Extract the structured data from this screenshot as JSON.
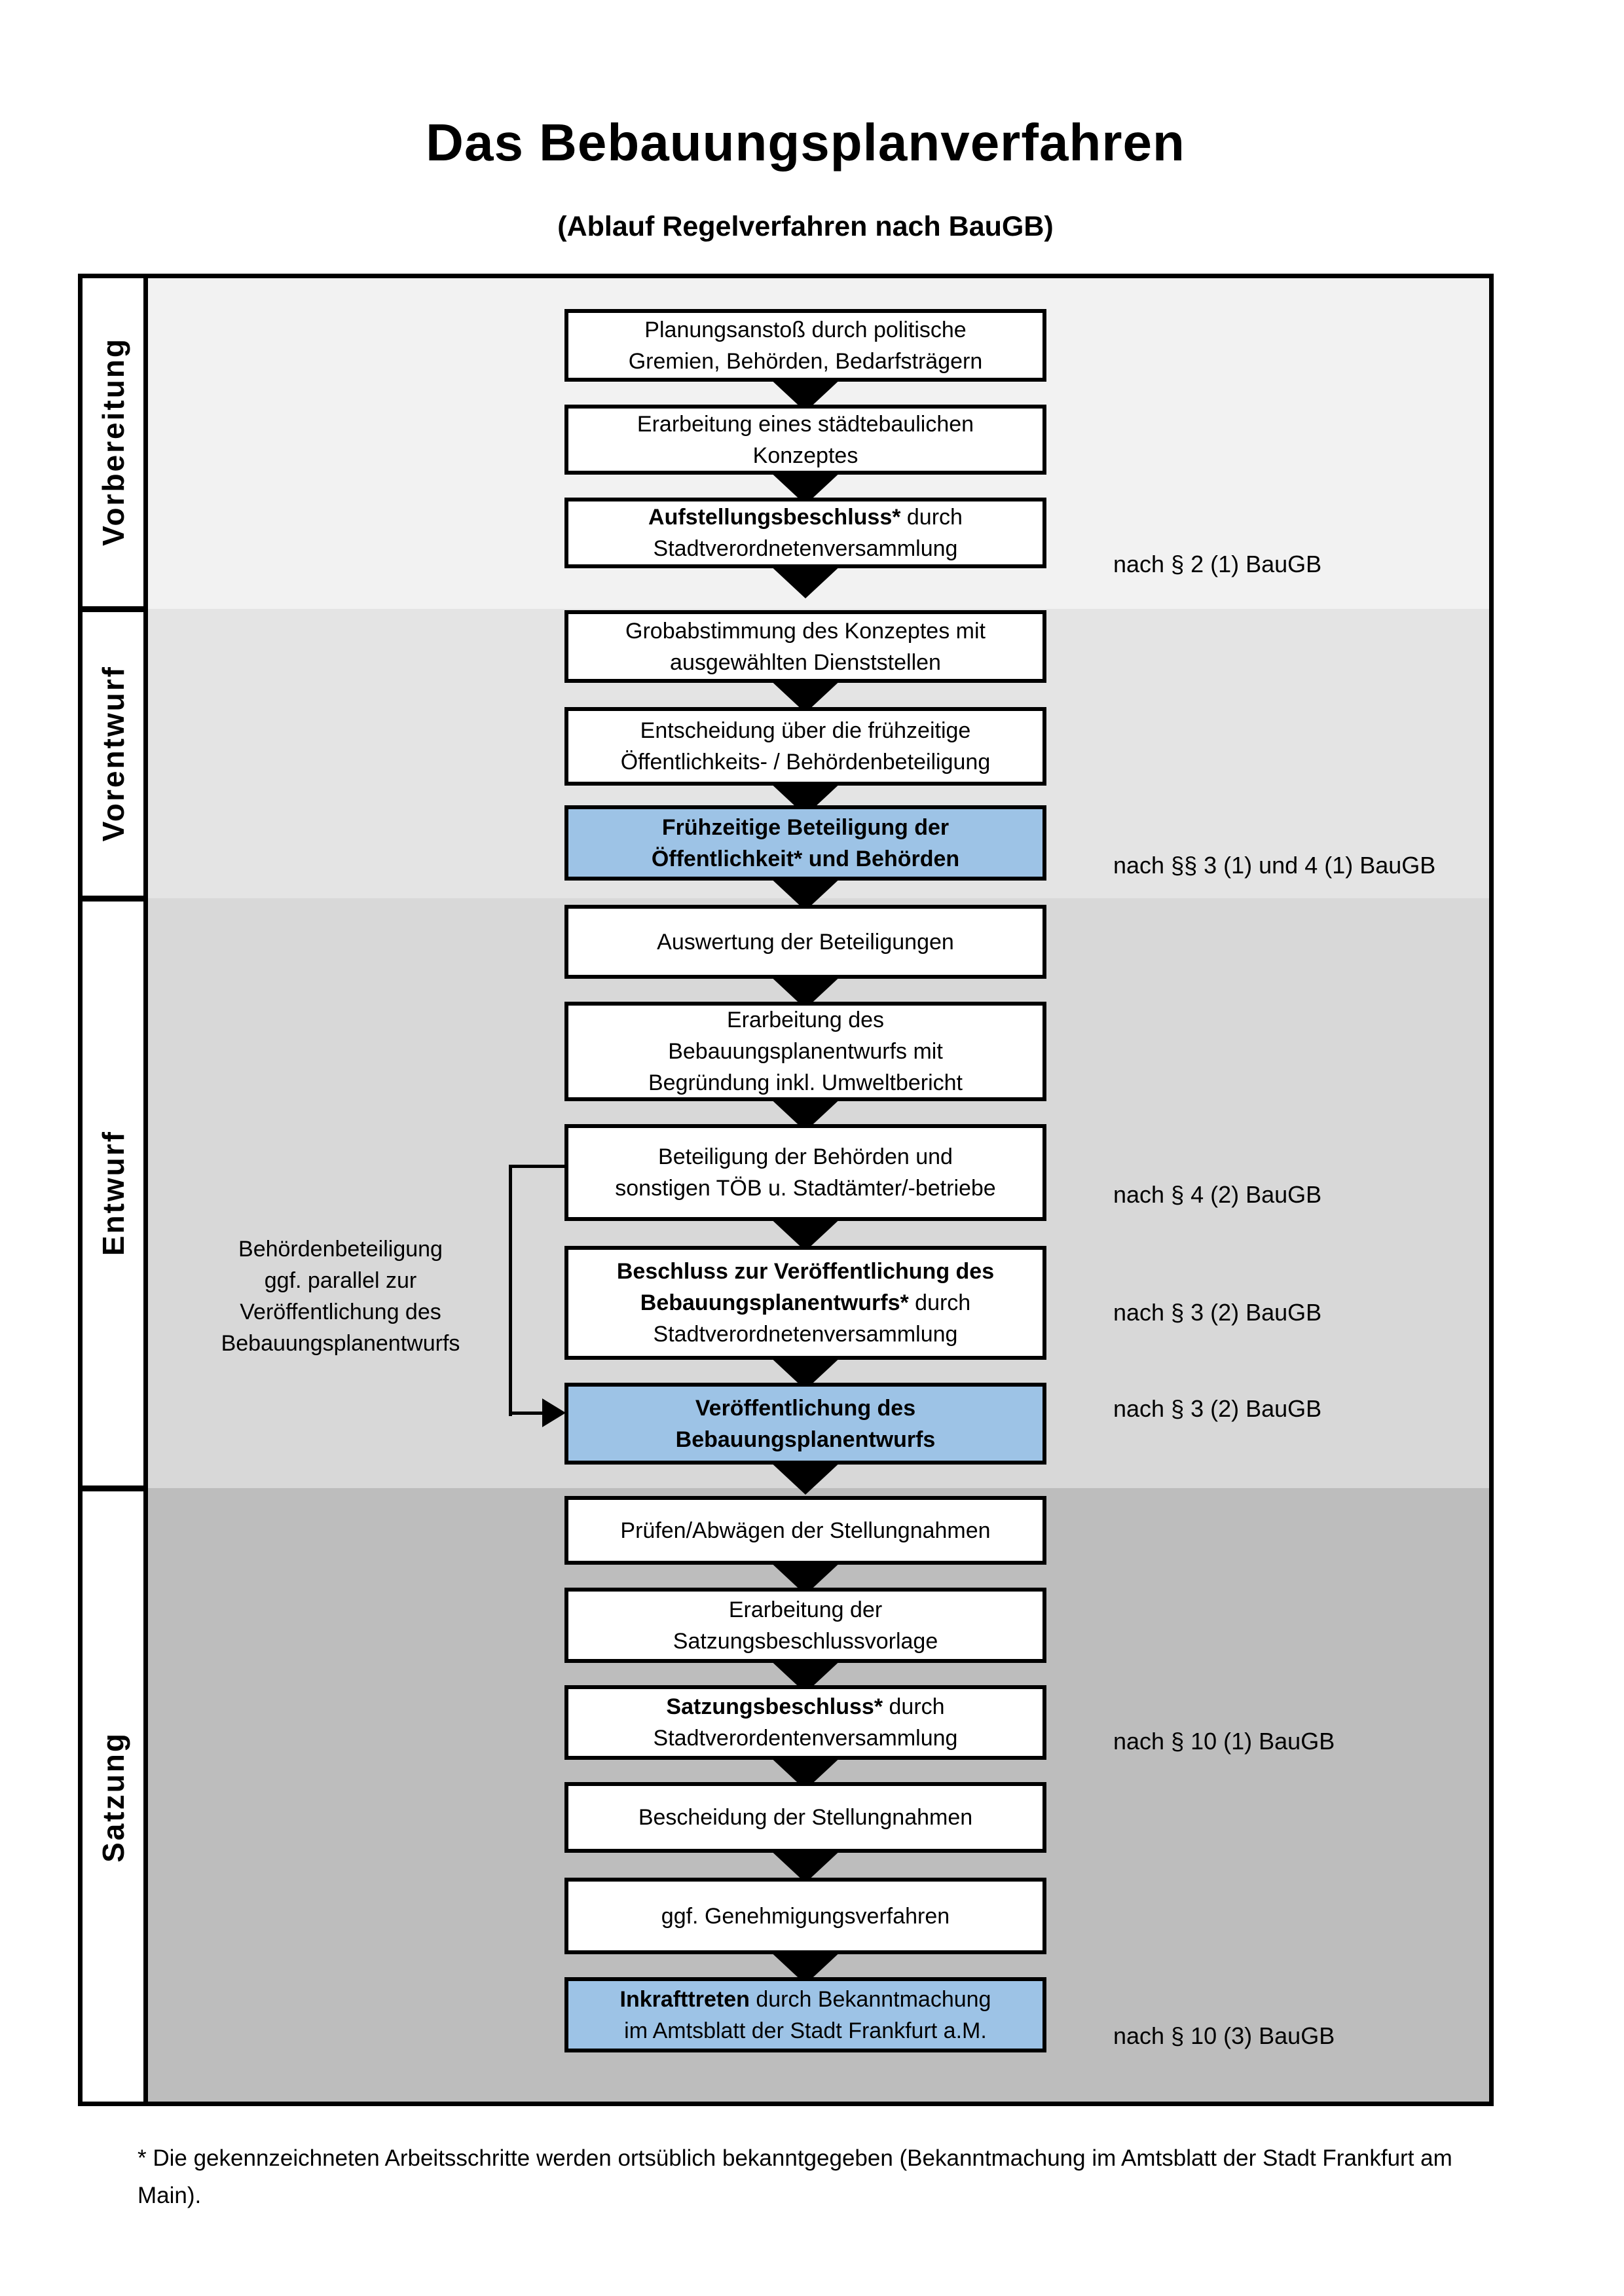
{
  "title": "Das Bebauungsplanverfahren",
  "subtitle": "(Ablauf Regelverfahren nach BauGB)",
  "footnote": "* Die gekennzeichneten Arbeitsschritte werden ortsüblich bekanntgegeben (Bekanntmachung im Amtsblatt  der Stadt Frankfurt am Main).",
  "colors": {
    "highlight_box": "#9DC3E6",
    "box_border": "#000000",
    "phase_backgrounds": [
      "#F2F2F2",
      "#E4E4E4",
      "#D8D8D8",
      "#BDBDBD"
    ]
  },
  "side_note": {
    "lines": [
      "Behördenbeteiligung",
      "ggf. parallel zur",
      "Veröffentlichung des",
      "Bebauungsplanentwurfs"
    ]
  },
  "phases": [
    {
      "label": "Vorbereitung",
      "steps": [
        "planungsanstoss",
        "konzept-erarbeitung",
        "aufstellungsbeschluss"
      ]
    },
    {
      "label": "Vorentwurf",
      "steps": [
        "grobabstimmung",
        "entscheidung-beteiligung",
        "fruehzeitige-beteiligung"
      ]
    },
    {
      "label": "Entwurf",
      "steps": [
        "auswertung",
        "entwurf-erarbeitung",
        "behoerden-beteiligung",
        "veroeffentlichungs-beschluss",
        "veroeffentlichung"
      ]
    },
    {
      "label": "Satzung",
      "steps": [
        "pruefen-abwaegen",
        "satzungsvorlage",
        "satzungsbeschluss",
        "bescheidung",
        "genehmigungsverfahren",
        "inkrafttreten"
      ]
    }
  ],
  "steps": [
    {
      "id": "planungsanstoss",
      "highlight": false,
      "ref": null,
      "lines": [
        [
          {
            "t": "Planungsanstoß durch politische",
            "b": false
          }
        ],
        [
          {
            "t": "Gremien, Behörden, Bedarfsträgern",
            "b": false
          }
        ]
      ]
    },
    {
      "id": "konzept-erarbeitung",
      "highlight": false,
      "ref": null,
      "lines": [
        [
          {
            "t": "Erarbeitung eines städtebaulichen",
            "b": false
          }
        ],
        [
          {
            "t": "Konzeptes",
            "b": false
          }
        ]
      ]
    },
    {
      "id": "aufstellungsbeschluss",
      "highlight": false,
      "ref": "nach § 2 (1) BauGB",
      "lines": [
        [
          {
            "t": "Aufstellungsbeschluss*",
            "b": true
          },
          {
            "t": " durch",
            "b": false
          }
        ],
        [
          {
            "t": "Stadtverordnetenversammlung",
            "b": false
          }
        ]
      ]
    },
    {
      "id": "grobabstimmung",
      "highlight": false,
      "ref": null,
      "lines": [
        [
          {
            "t": "Grobabstimmung des Konzeptes mit",
            "b": false
          }
        ],
        [
          {
            "t": "ausgewählten Dienststellen",
            "b": false
          }
        ]
      ]
    },
    {
      "id": "entscheidung-beteiligung",
      "highlight": false,
      "ref": null,
      "lines": [
        [
          {
            "t": "Entscheidung über die frühzeitige",
            "b": false
          }
        ],
        [
          {
            "t": "Öffentlichkeits- / Behördenbeteiligung",
            "b": false
          }
        ]
      ]
    },
    {
      "id": "fruehzeitige-beteiligung",
      "highlight": true,
      "ref": "nach §§ 3 (1) und 4 (1) BauGB",
      "lines": [
        [
          {
            "t": "Frühzeitige Beteiligung der",
            "b": true
          }
        ],
        [
          {
            "t": "Öffentlichkeit* und Behörden",
            "b": true
          }
        ]
      ]
    },
    {
      "id": "auswertung",
      "highlight": false,
      "ref": null,
      "lines": [
        [
          {
            "t": "Auswertung der Beteiligungen",
            "b": false
          }
        ]
      ]
    },
    {
      "id": "entwurf-erarbeitung",
      "highlight": false,
      "ref": null,
      "lines": [
        [
          {
            "t": "Erarbeitung des",
            "b": false
          }
        ],
        [
          {
            "t": "Bebauungsplanentwurfs mit",
            "b": false
          }
        ],
        [
          {
            "t": "Begründung inkl. Umweltbericht",
            "b": false
          }
        ]
      ]
    },
    {
      "id": "behoerden-beteiligung",
      "highlight": false,
      "ref": "nach § 4 (2) BauGB",
      "lines": [
        [
          {
            "t": "Beteiligung der Behörden und",
            "b": false
          }
        ],
        [
          {
            "t": "sonstigen TÖB u. Stadtämter/-betriebe",
            "b": false
          }
        ]
      ]
    },
    {
      "id": "veroeffentlichungs-beschluss",
      "highlight": false,
      "ref": "nach § 3 (2) BauGB",
      "lines": [
        [
          {
            "t": "Beschluss zur Veröffentlichung des",
            "b": true
          }
        ],
        [
          {
            "t": "Bebauungsplanentwurfs*",
            "b": true
          },
          {
            "t": " durch",
            "b": false
          }
        ],
        [
          {
            "t": "Stadtverordnetenversammlung",
            "b": false
          }
        ]
      ]
    },
    {
      "id": "veroeffentlichung",
      "highlight": true,
      "ref": "nach § 3 (2) BauGB",
      "lines": [
        [
          {
            "t": "Veröffentlichung des",
            "b": true
          }
        ],
        [
          {
            "t": "Bebauungsplanentwurfs",
            "b": true
          }
        ]
      ]
    },
    {
      "id": "pruefen-abwaegen",
      "highlight": false,
      "ref": null,
      "lines": [
        [
          {
            "t": "Prüfen/Abwägen der Stellungnahmen",
            "b": false
          }
        ]
      ]
    },
    {
      "id": "satzungsvorlage",
      "highlight": false,
      "ref": null,
      "lines": [
        [
          {
            "t": "Erarbeitung der",
            "b": false
          }
        ],
        [
          {
            "t": "Satzungsbeschlussvorlage",
            "b": false
          }
        ]
      ]
    },
    {
      "id": "satzungsbeschluss",
      "highlight": false,
      "ref": "nach § 10 (1) BauGB",
      "lines": [
        [
          {
            "t": "Satzungsbeschluss*",
            "b": true
          },
          {
            "t": " durch",
            "b": false
          }
        ],
        [
          {
            "t": "Stadtverordentenversammlung",
            "b": false
          }
        ]
      ]
    },
    {
      "id": "bescheidung",
      "highlight": false,
      "ref": null,
      "lines": [
        [
          {
            "t": "Bescheidung der Stellungnahmen",
            "b": false
          }
        ]
      ]
    },
    {
      "id": "genehmigungsverfahren",
      "highlight": false,
      "ref": null,
      "lines": [
        [
          {
            "t": "ggf. Genehmigungsverfahren",
            "b": false
          }
        ]
      ]
    },
    {
      "id": "inkrafttreten",
      "highlight": true,
      "ref": "nach § 10 (3) BauGB",
      "lines": [
        [
          {
            "t": "Inkrafttreten",
            "b": true
          },
          {
            "t": " durch Bekanntmachung",
            "b": false
          }
        ],
        [
          {
            "t": "im Amtsblatt der Stadt Frankfurt a.M.",
            "b": false
          }
        ]
      ]
    }
  ]
}
